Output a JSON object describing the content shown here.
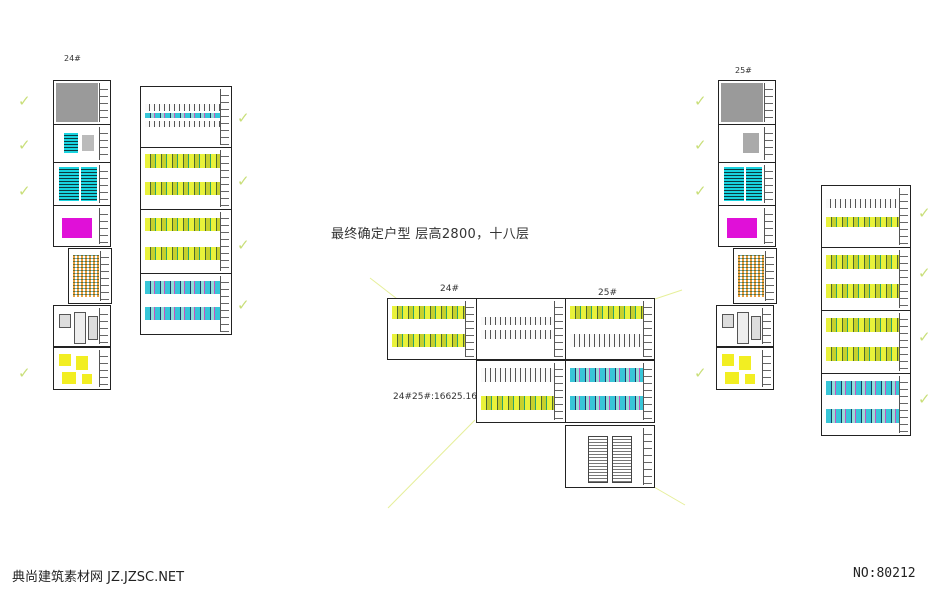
{
  "labels": {
    "left_group": "24#",
    "right_group": "25#",
    "center_group_left": "24#",
    "center_group_right": "25#"
  },
  "main_title": "最终确定户型 层高2800，十八层",
  "area_note": "24#25#:16625.16",
  "footer": {
    "site": "典尚建筑素材网 JZ.JZSC.NET",
    "number": "NO:80212"
  },
  "colors": {
    "check": "#c9df7a",
    "guide_line": "#e6ef9a",
    "sheet_border": "#222222",
    "yellow_fill": "#e9f23a",
    "cyan_fill": "#19d3df",
    "magenta_fill": "#e010d8"
  },
  "icons": [
    "check-icon"
  ]
}
